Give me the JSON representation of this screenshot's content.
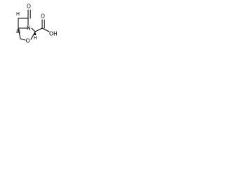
{
  "molecule": {
    "atoms": {
      "ketone_oxygen": "O",
      "nitrogen": "N",
      "ring_oxygen": "O",
      "hydroxyl": "OH",
      "acid_oxygen": "O",
      "h_top": "H",
      "h_bottom": "H"
    },
    "colors": {
      "ink": "#000000",
      "background": "#ffffff"
    }
  }
}
